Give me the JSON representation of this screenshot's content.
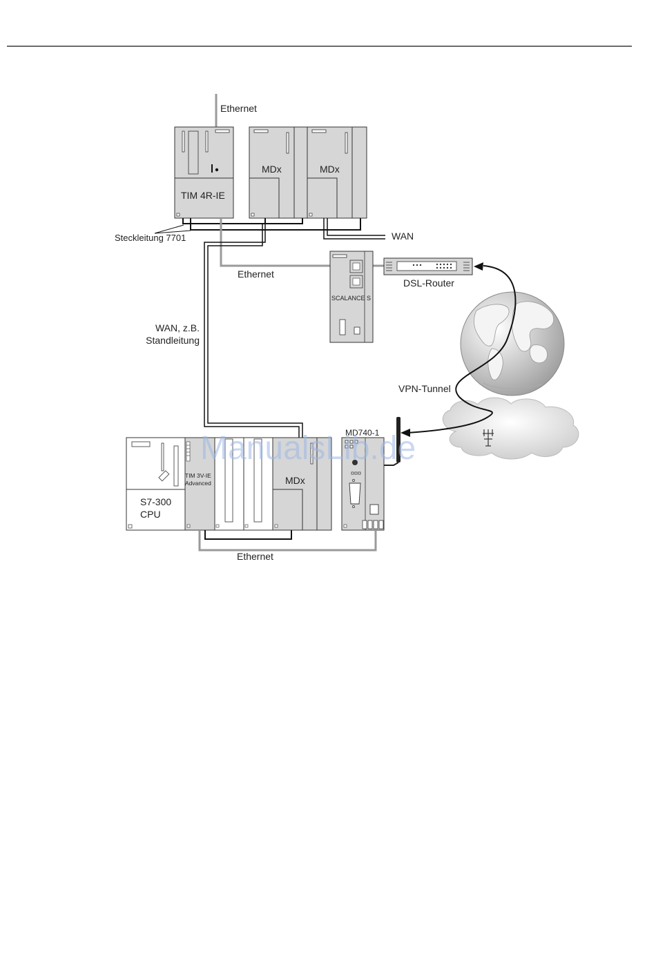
{
  "labels": {
    "ethernet_top": "Ethernet",
    "tim4r": "TIM 4R-IE",
    "mdx_1": "MDx",
    "mdx_2": "MDx",
    "steckleitung": "Steckleitung 7701",
    "wan_right": "WAN",
    "ethernet_mid": "Ethernet",
    "scalance": "SCALANCE S",
    "dsl_router": "DSL-Router",
    "wan_zb": "WAN, z.B.",
    "standleitung": "Standleitung",
    "vpn_tunnel": "VPN-Tunnel",
    "md740": "MD740-1",
    "tim3v_line1": "TIM 3V-IE",
    "tim3v_line2": "Advanced",
    "s7_line1": "S7-300",
    "s7_line2": "CPU",
    "mdx_3": "MDx",
    "ethernet_bottom": "Ethernet"
  },
  "watermark": "ManualsLib.de",
  "colors": {
    "module_fill": "#d6d6d6",
    "module_stroke": "#333333",
    "cable_gray": "#9a9a9a",
    "cable_dark": "#111111",
    "globe": "#d9d9d9",
    "cloud": "#dcdcdc"
  }
}
